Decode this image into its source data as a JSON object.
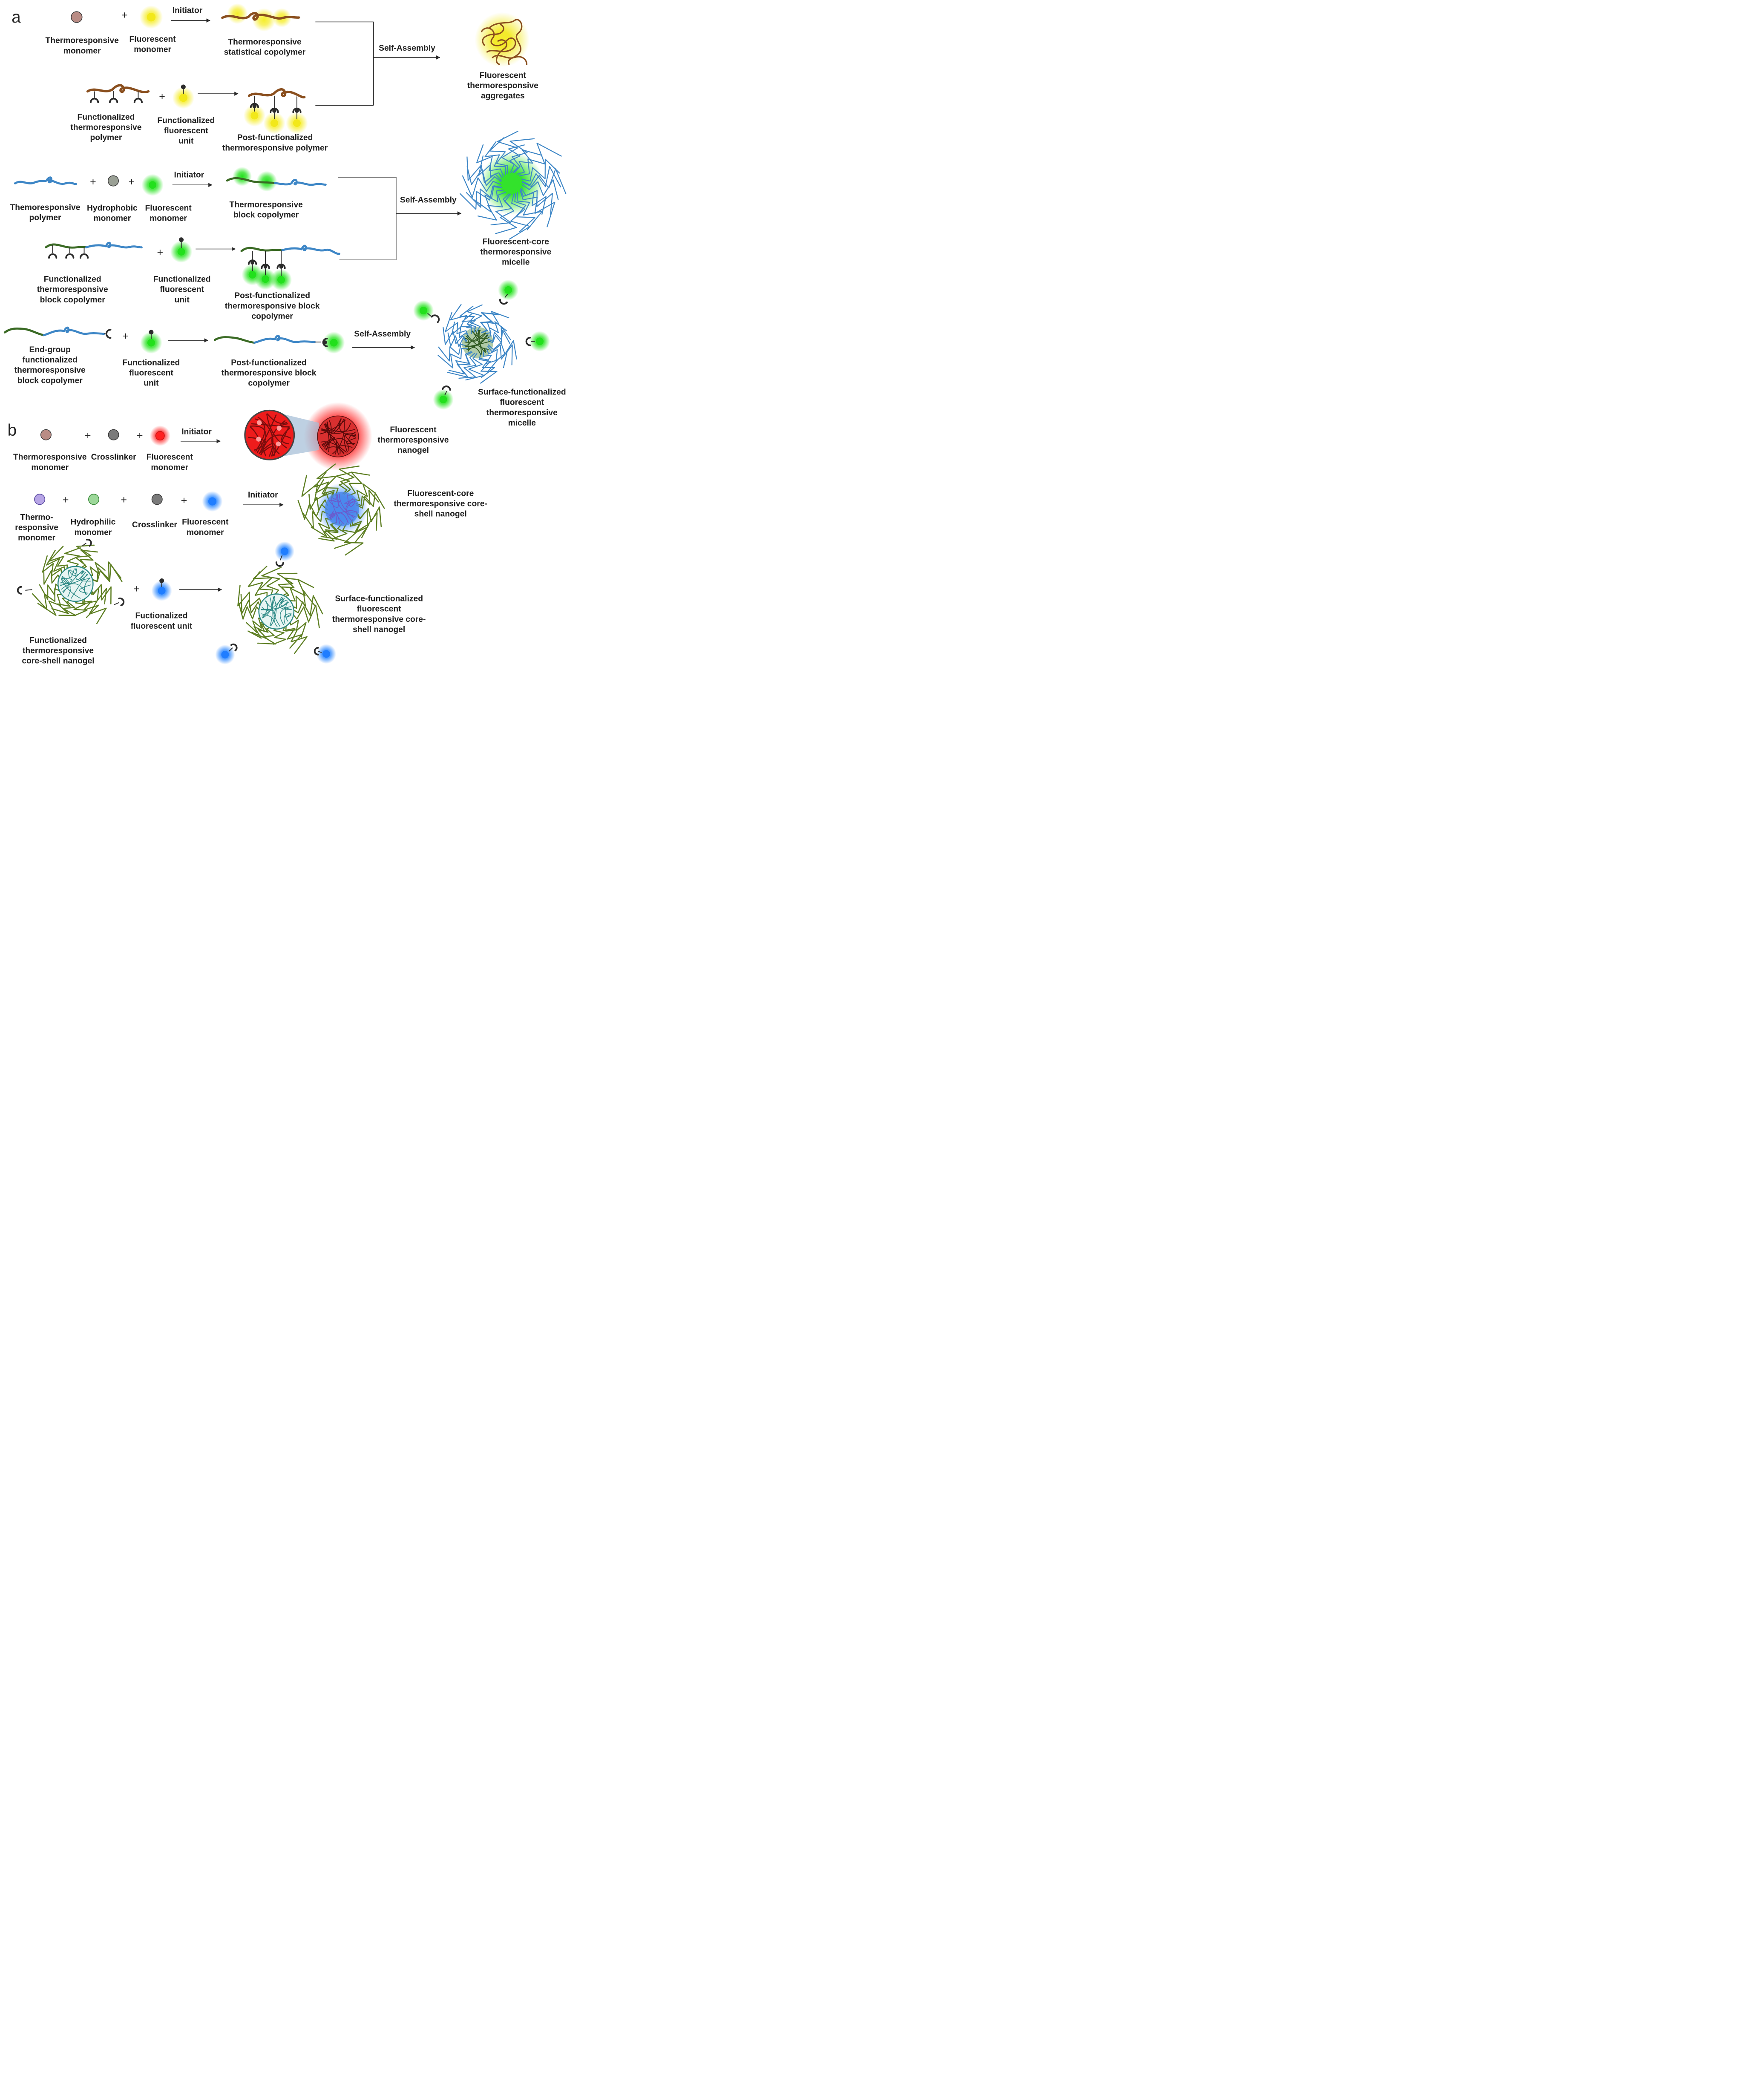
{
  "panels": {
    "a": "a",
    "b": "b"
  },
  "ops": {
    "plus": "+"
  },
  "arrows": {
    "initiator": "Initiator",
    "self_assembly": "Self-Assembly"
  },
  "colors": {
    "thermo_monomer": "#b98c85",
    "fluor_yellow": "#f5e62a",
    "fluor_green": "#35e02c",
    "fluor_red": "#ff2a2a",
    "fluor_blue": "#2f8cff",
    "hydrophobic": "#9aa095",
    "crosslinker": "#7a7a7a",
    "hydrophilic": "#9dd89a",
    "thermo_purple": "#b7a5e6",
    "brown_chain": "#8a4f1e",
    "blue_chain": "#3d86c6",
    "green_chain": "#3a6a24"
  },
  "a": {
    "row1": {
      "thermo_monomer": [
        "Thermoresponsive",
        "monomer"
      ],
      "fluor_monomer": [
        "Fluorescent",
        "monomer"
      ],
      "product": [
        "Thermoresponsive",
        "statistical copolymer"
      ]
    },
    "row2": {
      "func_polymer": [
        "Functionalized",
        "thermoresponsive",
        "polymer"
      ],
      "func_unit": [
        "Functionalized",
        "fluorescent",
        "unit"
      ],
      "product": [
        "Post-functionalized",
        "thermoresponsive polymer"
      ]
    },
    "aggregates": [
      "Fluorescent",
      "thermoresponsive",
      "aggregates"
    ],
    "row3": {
      "thermo_polymer": [
        "Themoresponsive",
        "polymer"
      ],
      "hydrophobic": [
        "Hydrophobic",
        "monomer"
      ],
      "fluor_monomer": [
        "Fluorescent",
        "monomer"
      ],
      "product": [
        "Thermoresponsive",
        "block copolymer"
      ]
    },
    "row4": {
      "func_block": [
        "Functionalized",
        "thermoresponsive",
        "block copolymer"
      ],
      "func_unit": [
        "Functionalized",
        "fluorescent",
        "unit"
      ],
      "product": [
        "Post-functionalized",
        "thermoresponsive block",
        "copolymer"
      ]
    },
    "micelle": [
      "Fluorescent-core",
      "thermoresponsive",
      "micelle"
    ],
    "row5": {
      "end_group": [
        "End-group",
        "functionalized",
        "thermoresponsive",
        "block copolymer"
      ],
      "func_unit": [
        "Functionalized",
        "fluorescent",
        "unit"
      ],
      "product": [
        "Post-functionalized",
        "thermoresponsive block",
        "copolymer"
      ]
    },
    "surface_micelle": [
      "Surface-functionalized",
      "fluorescent",
      "thermoresponsive",
      "micelle"
    ]
  },
  "b": {
    "row1": {
      "thermo_monomer": [
        "Thermoresponsive",
        "monomer"
      ],
      "crosslinker": [
        "Crosslinker"
      ],
      "fluor_monomer": [
        "Fluorescent",
        "monomer"
      ],
      "product": [
        "Fluorescent",
        "thermoresponsive",
        "nanogel"
      ]
    },
    "row2": {
      "thermo_monomer": [
        "Thermo-",
        "responsive",
        "monomer"
      ],
      "hydrophilic": [
        "Hydrophilic",
        "monomer"
      ],
      "crosslinker": [
        "Crosslinker"
      ],
      "fluor_monomer": [
        "Fluorescent",
        "monomer"
      ],
      "product": [
        "Fluorescent-core",
        "thermoresponsive core-",
        "shell nanogel"
      ]
    },
    "row3": {
      "func_nanogel": [
        "Functionalized",
        "thermoresponsive",
        "core-shell nanogel"
      ],
      "func_unit": [
        "Fuctionalized",
        "fluorescent unit"
      ],
      "product": [
        "Surface-functionalized",
        "fluorescent",
        "thermoresponsive core-",
        "shell nanogel"
      ]
    }
  }
}
